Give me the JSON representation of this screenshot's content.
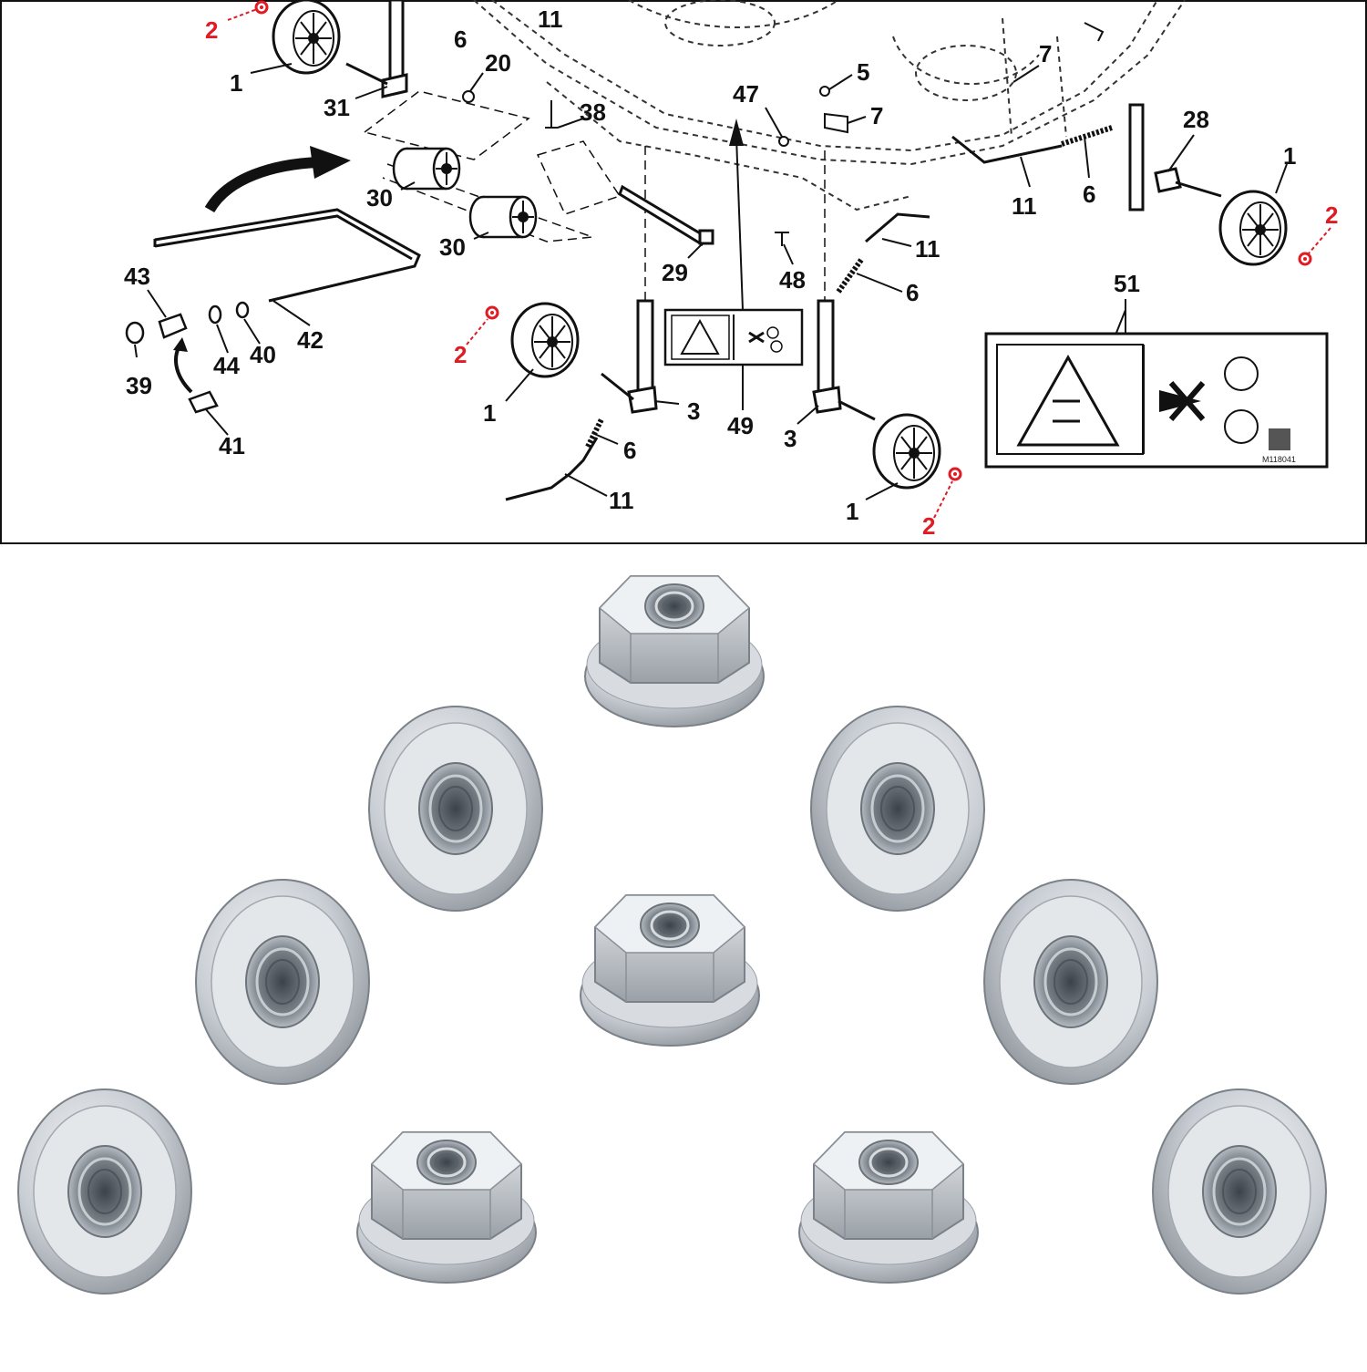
{
  "diagram": {
    "callouts": {
      "c1a": "1",
      "c1b": "1",
      "c1c": "1",
      "c1d": "1",
      "c2a": "2",
      "c2b": "2",
      "c2c": "2",
      "c2d": "2",
      "c3a": "3",
      "c3b": "3",
      "c5": "5",
      "c6a": "6",
      "c6b": "6",
      "c6c": "6",
      "c6d": "6",
      "c7a": "7",
      "c7b": "7",
      "c11a": "11",
      "c11b": "11",
      "c11c": "11",
      "c11d": "11",
      "c20": "20",
      "c28": "28",
      "c29": "29",
      "c30a": "30",
      "c30b": "30",
      "c31": "31",
      "c38": "38",
      "c39": "39",
      "c40": "40",
      "c41": "41",
      "c42": "42",
      "c43": "43",
      "c44": "44",
      "c47": "47",
      "c48": "48",
      "c49": "49",
      "c51": "51"
    },
    "decal_code": "M118041",
    "highlight_color": "#e01b24",
    "highlighted_part": "2"
  },
  "photo": {
    "item_count": 10,
    "item_description_icon": "flange-nut-icon",
    "finish_color": "#c9ced4"
  }
}
